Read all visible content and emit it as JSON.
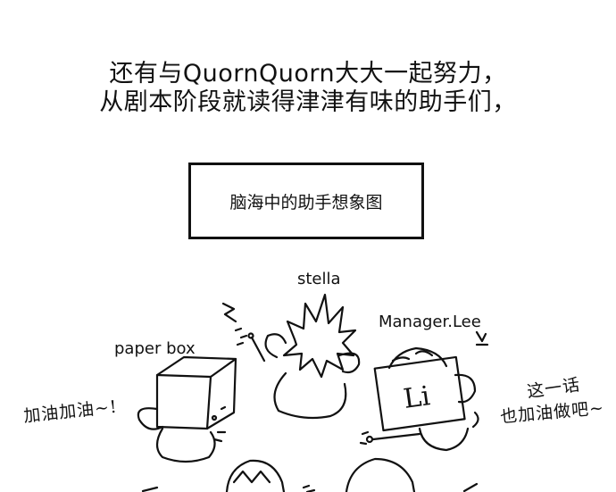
{
  "caption": {
    "line1": "还有与QuornQuorn大大一起努力，",
    "line2": "从剧本阶段就读得津津有味的助手们，"
  },
  "box_label": "脑海中的助手想象图",
  "characters": {
    "stella": "stella",
    "manager": "Manager.Lee",
    "paper_box": "paper box",
    "li_badge": "Li"
  },
  "shouts": {
    "left": "加油加油~!",
    "right_line1": "这一话",
    "right_line2": "也加油做吧~"
  },
  "colors": {
    "ink": "#111111",
    "paper": "#ffffff"
  }
}
